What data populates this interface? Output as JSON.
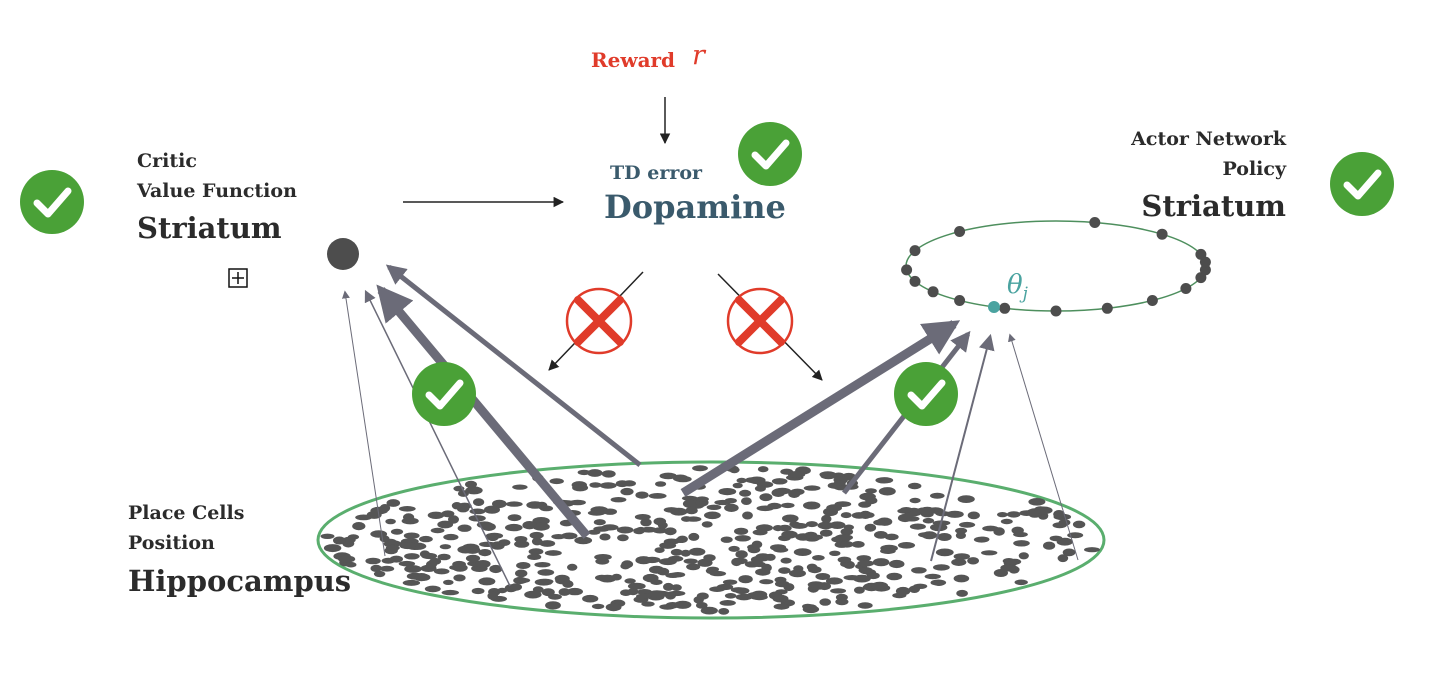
{
  "reward": {
    "label": "Reward",
    "symbol": "r"
  },
  "dopamine": {
    "subtitle": "TD error",
    "title": "Dopamine"
  },
  "critic": {
    "line1": "Critic",
    "line2": "Value Function",
    "title": "Striatum"
  },
  "actor": {
    "line1": "Actor Network",
    "line2": "Policy",
    "title": "Striatum"
  },
  "hippocampus": {
    "line1": "Place Cells",
    "line2": "Position",
    "title": "Hippocampus"
  },
  "parameter": {
    "symbol": "θ",
    "subscript": "j"
  },
  "colors": {
    "check_green": "#4aa137",
    "cross_red": "#e03b2a",
    "ring_green": "#5aae6e",
    "arrow_gray": "#6b6b78",
    "dot_gray": "#4d4d4d",
    "theta_teal": "#4aa3a0"
  },
  "icons": [
    "checkmark-icon",
    "cross-icon",
    "plus-box-icon"
  ]
}
